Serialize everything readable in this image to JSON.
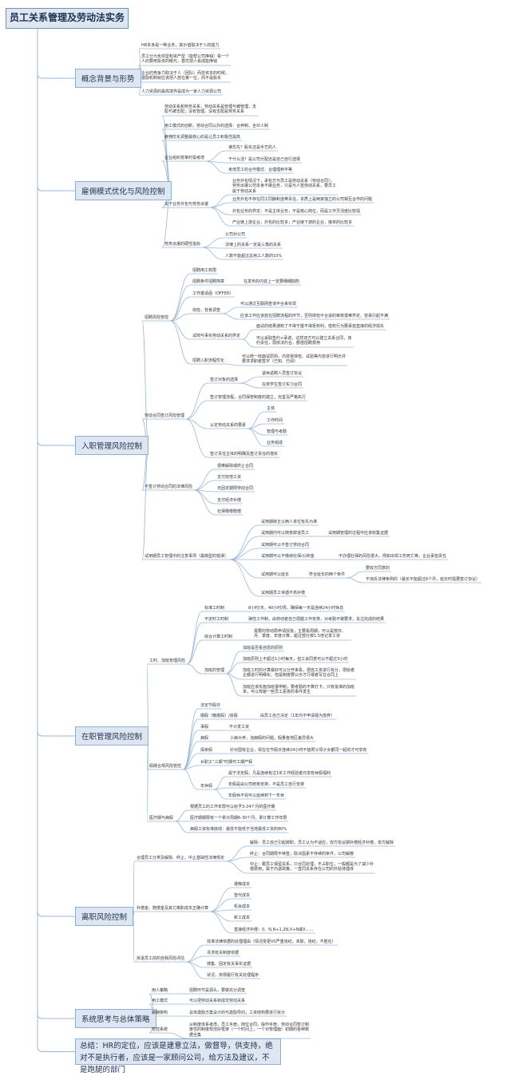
{
  "title": "员工关系管理及劳动法实务",
  "summary": "总结：HR的定位，应该是建意立法，做督导，供支持，绝对不是执行者，应该是一家顾问公司，给方法及建议，不是跑腿的部门",
  "sections": {
    "background": "概念背景与形势",
    "hiring": "雇佣模式优化与风险控制",
    "onboarding": "入职管理风险控制",
    "employment": "在职管理风险控制",
    "resignation": "离职风险控制",
    "system": "系统思考与总体策略"
  },
  "nodes": {
    "bg1": "HR本身是一种业务，其价值取决于人的能力",
    "bg2": "员工分为负债型和资产型（能帮公司挣钱）看一个人的要用投资的眼光，甚优把人看成能挣钱",
    "bg3": "企业的竞争力取决于人（团队）而非资本的时候，激励机制就应该把人放在第一位，而不是股东",
    "bg4": "人力资源的最高境界是成为一家人力资源公司",
    "h1": "劳动关系和劳务关系，劳动关系是管理与被管理，支配与被支配；没有管理，没有支配是劳务关系",
    "h2": "用工模式的创新，劳动合同以外的选择：合养制，全伙人制",
    "h3": "雇佣优化调整最核心的是让员工积极性提高",
    "h4": "企业组织变革时需考虑",
    "h4a": "谁优先？股东还是手艺的人",
    "h4b": "干什么活？是公司分配还是自己自行选择",
    "h4c": "考虑员工的合作模式：合理理到平等",
    "h5": "关于业务外包与劳务派遣",
    "h5a": "业务外包情况下，承包方与员工是劳动关系（劳动合同）；劳务派遣公司本身不做业务，只是与人签劳动关系，要员工属于劳动关系",
    "h5b": "业务外包不存在同工同酬和连带责任，本质上是两家独立的公司相互合作的问题",
    "h5c": "外包业务的界定：不是主体业务，不是核心岗位，而是工作灵活度比较强",
    "h5d": "产业链上游企业，外包的比较多；产业链下游的企业，接单的比较多",
    "h6": "劳务派遣的硬性指标",
    "h6a": "公司对公司",
    "h6b": "法律上的关系一定是三角的关系",
    "h6c": "人数不能超过总用工人数的10%",
    "o1": "招聘风险管控",
    "o1a": "招聘用工权限",
    "o1b": "招聘条件招聘简章",
    "o1b1": "在发布的内容上一定要细细斟酌",
    "o1c": "工作邀请函（OFFER）",
    "o1d": "体检，背景调查",
    "o1d1": "可以通过互联网查询平台来实现",
    "o1d2": "应该工作应该放在招聘流程的环节，否则体检不合适的审核很难界定，容易引起不满",
    "o1e": "试岗与事实劳动关系的界定",
    "o1e1": "面试的结果通知了不得于屡不得拒权利，借权行为要承担直接的经济损失",
    "o1e2": "可以采取签约+承诺，这样双方可以建立关系合同，违约责任，弱依法约合，额借招聘费用",
    "o1f": "招聘入职流程优化",
    "o1f1": "可以统一收面试原则，内容将体检、试验等内容进行明示并要求求职者签字（已知、已阅）",
    "o2": "劳动合同签订风险管理",
    "o2a": "签订对象的选择",
    "o2a1": "退休返聘人员签订协议",
    "o2a2": "在校学生签订实习合同",
    "o2b": "签订管理流程，合同保管制度的建立，完善及严格执行",
    "o2c": "认定劳动关系的要素",
    "o2c1": "主体",
    "o2c2": "工作时间",
    "o2c3": "管理与考勤",
    "o2c4": "业务组成",
    "o2d": "签订责任主体的明确及签订责任的落实",
    "o3": "不签订劳动合同的法律风险",
    "o3a": "很难解除或终止合同",
    "o3b": "支付双倍工资",
    "o3c": "无固定期限劳动合同",
    "o3d": "支付经济补偿",
    "o3e": "社保缴缴赔偿",
    "o4": "试用期员工管理中的注意事项（最典型的错误）",
    "o4a": "试用期转正以两人单位有先为准",
    "o4b": "试用期内可以随意辞退员工",
    "o4b1": "试用期管理的过程中应该收集证据",
    "o4c": "试用期可以不签订劳动合同",
    "o4d": "试用期可以不缴纳社保/公积金",
    "o4d1": "不办理社保的风险很大，例如出现工伤死亡等，企业承担责任",
    "o4e": "试用期可以延长",
    "o4e1": "符合延长的两个条件",
    "o4e1a": "要双方同意的",
    "o4e1b": "不违反法律条例的（最长不能超过6个月，延长时需要签订协议）",
    "o4f": "试用期员工待遇不高补偿",
    "e1": "工时、加班管理风险",
    "e1a": "标准工时制",
    "e1a1": "8小时/天，40小时/周，确保每一天是连续24小时休息",
    "e1b": "不定时工时制",
    "e1b1": "弹性工作制，由劳动者自己把握工作安排，对考勤不做要求，关注完成的结果",
    "e1c": "综合计算工时制",
    "e1c1": "需要向劳动局申请授批，主要看周期，可以是按日、月、季度、年度计算，超过部分按1.5倍记发工资",
    "e1d": "加班的管理",
    "e1d1": "加班是否看自愿的原则",
    "e1d2": "加班原则上不超过1小时每天，但工会同意可以不超过3小时",
    "e1d3": "加班工时的计算最好可以分开来看，把自工资进行拆分，把给者企都进行明细化，但是制度要公示才行或者写在合同上",
    "e1d4": "加班应该实施加班报申制，要考勤的不算打卡，只有批准的加班单，可以规避一些员工恶意的事件发生",
    "e2": "假期合规风险管控",
    "e2a": "法定节假日",
    "e2b": "婚假（晚婚假）/丧假",
    "e2b1": "由员工自己决定（1年内不申请视为放弃）",
    "e2c": "事假",
    "e2c1": "不计发工资",
    "e2d": "病假",
    "e2d1": "小病大养，泡病假的问题，假量各地区差异很大",
    "e2e": "探亲假",
    "e2e1": "针对国有企业，现在在节假日连续24小时不能照父母子女都同一起的才可享有",
    "e2f": "女职工“三期”时期可工期产假",
    "e2g": "年休假",
    "e2g1": "属于法定假，凡是连续有过1年工作经验者均享有休假福利",
    "e2g2": "年假是由公司统筹安排，不是员工自行安排",
    "e2g3": "年假休不完可以延续到下一年休",
    "e3": "医疗期与病假",
    "e3a": "根据员工的工作年限可以给予3-24个月的医疗期",
    "e3b": "医疗期期限有一个累计周期6-30个月，累计算工作年限",
    "e3c": "病假工资标准底线：最低不能低于当地最低工资的80%",
    "r1": "合理员工分类及解除、终止、中止基础性法律规定",
    "r1a": "解除：员工自己引起辞职，员工认为不适应，双方协议期补偿经济补偿，单方解除",
    "r1b": "终止：合同期限不续签，取决因素不存续的条件，公司解散",
    "r1c": "中止：跟员工保留关系，只合同处理，不占职位，一般都是为了减少补偿费用，属于内退政策，一直同关系存在公司的补贴待遇体",
    "r2": "补偿金、赔偿金及其它离职成本正确计算",
    "r2a": "遣散成本",
    "r2b": "替代成本",
    "r2c": "机会成本",
    "r2d": "新工成本",
    "r2e": "直接经济补偿：0、N,N+1,2N,X+N或X……",
    "r3": "拆退员工前的自我风险评估",
    "r3a": "找准法律依据的处理理由（情况变更VS严重违纪，未职，违纪，不胜任）",
    "r3b": "寻求有关制度依据",
    "r3c": "搜集、固定有关事实证据",
    "r3d": "状况，依规履行有关处理程序",
    "s1": "用人策略",
    "s1a": "招聘环节是源头，要做充分调查",
    "s2": "用工模式",
    "s2a": "可以把劳动关系转成非劳动关系",
    "s3": "薪酬架构",
    "s3a": "总体激励方案设计的与激励导向；工资结构要进行拆分",
    "s4": "管控系统",
    "s4a": "从制度体系考虑，员工手册，岗位合同，操作手册，劳动合同签订制度性的制度规范好框架（一个时间上，一个对管理面）初期的各种数据全集"
  },
  "colors": {
    "connector": "#9bb7d6",
    "box_fill": "#dde6f1",
    "box_border": "#8faed0",
    "text": "#333333"
  }
}
